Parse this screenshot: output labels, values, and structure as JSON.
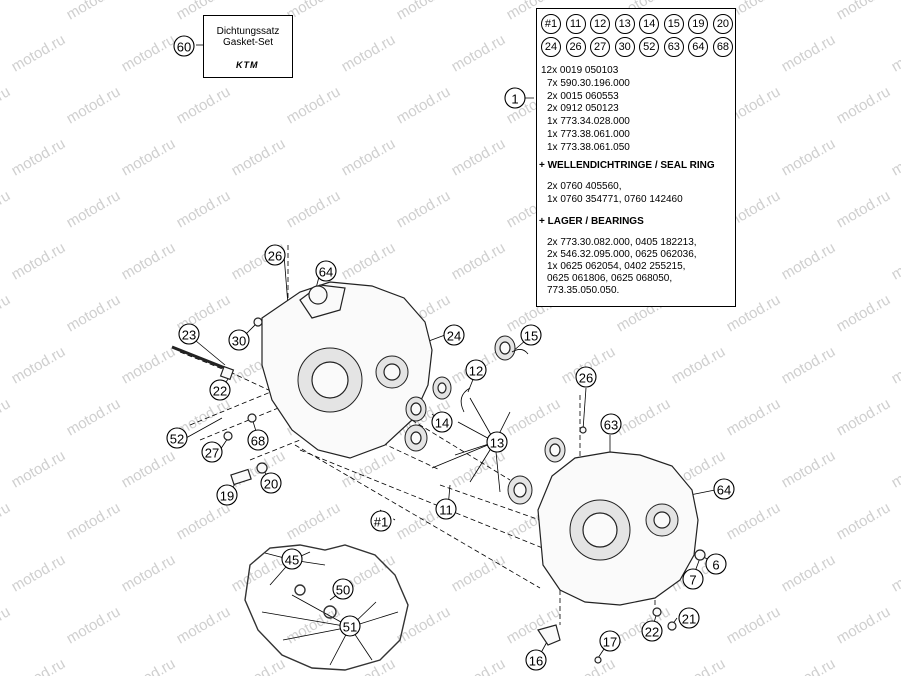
{
  "watermark": "motod.ru",
  "gasket_set": {
    "callout": "60",
    "line1": "Dichtungssatz",
    "line2": "Gasket-Set",
    "logo": "KTM"
  },
  "legend": {
    "chips_row1": [
      "#1",
      "11",
      "12",
      "13",
      "14",
      "15",
      "19",
      "20"
    ],
    "chips_row2": [
      "24",
      "26",
      "27",
      "30",
      "52",
      "63",
      "64",
      "68"
    ],
    "main_callout": "1",
    "parts": [
      "12x 0019 050103",
      "7x 590.30.196.000",
      "2x 0015 060553",
      "2x 0912 050123",
      "1x 773.34.028.000",
      "1x 773.38.061.000",
      "1x 773.38.061.050"
    ],
    "seal_heading": "+ WELLENDICHTRINGE /  SEAL RING",
    "seals": [
      "2x 0760 405560,",
      "1x 0760 354771,            0760 142460"
    ],
    "bearing_heading": "+ LAGER / BEARINGS",
    "bearings": [
      "2x 773.30.082.000,      0405 182213,",
      "2x 546.32.095.000,      0625 062036,",
      "1x 0625 062054,           0402 255215,",
      "     0625 061806,             0625 068050,",
      "     773.35.050.050."
    ]
  },
  "callouts": [
    {
      "id": "26a",
      "label": "26"
    },
    {
      "id": "64a",
      "label": "64"
    },
    {
      "id": "23",
      "label": "23"
    },
    {
      "id": "30",
      "label": "30"
    },
    {
      "id": "24",
      "label": "24"
    },
    {
      "id": "15",
      "label": "15"
    },
    {
      "id": "22a",
      "label": "22"
    },
    {
      "id": "12",
      "label": "12"
    },
    {
      "id": "14",
      "label": "14"
    },
    {
      "id": "52",
      "label": "52"
    },
    {
      "id": "68",
      "label": "68"
    },
    {
      "id": "13",
      "label": "13"
    },
    {
      "id": "27",
      "label": "27"
    },
    {
      "id": "26b",
      "label": "26"
    },
    {
      "id": "63",
      "label": "63"
    },
    {
      "id": "20",
      "label": "20"
    },
    {
      "id": "19",
      "label": "19"
    },
    {
      "id": "11",
      "label": "11"
    },
    {
      "id": "hash1",
      "label": "#1"
    },
    {
      "id": "64b",
      "label": "64"
    },
    {
      "id": "45",
      "label": "45"
    },
    {
      "id": "50",
      "label": "50"
    },
    {
      "id": "7",
      "label": "7"
    },
    {
      "id": "6",
      "label": "6"
    },
    {
      "id": "51",
      "label": "51"
    },
    {
      "id": "21",
      "label": "21"
    },
    {
      "id": "22b",
      "label": "22"
    },
    {
      "id": "17",
      "label": "17"
    },
    {
      "id": "16",
      "label": "16"
    }
  ]
}
